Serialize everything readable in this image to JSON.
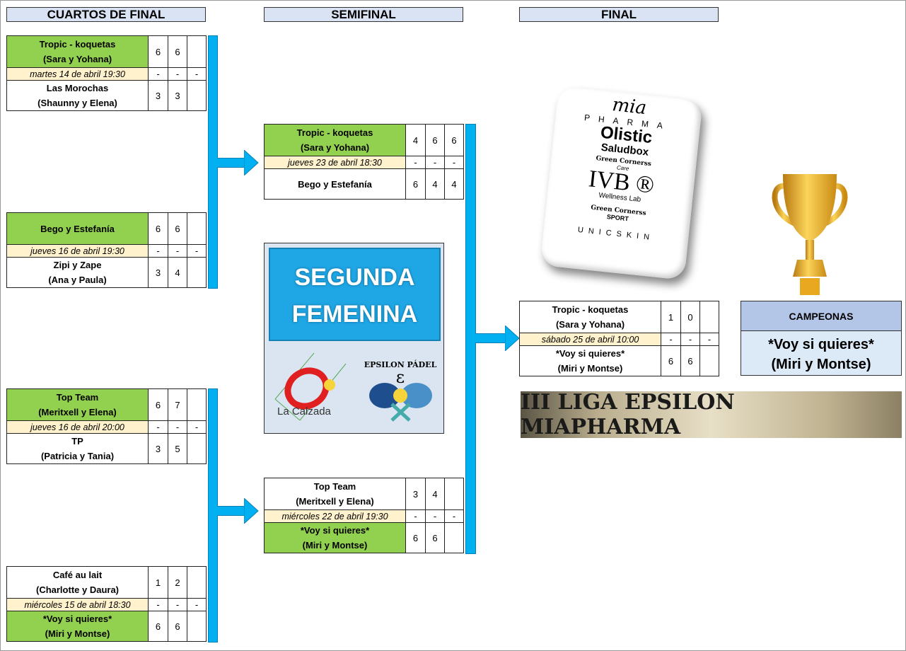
{
  "headers": {
    "qf": "CUARTOS DE FINAL",
    "sf": "SEMIFINAL",
    "final": "FINAL"
  },
  "matches": {
    "qf1": {
      "t1": [
        "Tropic - koquetas",
        "(Sara y Yohana)"
      ],
      "s1": [
        "6",
        "6",
        ""
      ],
      "date": "martes 14 de abril 19:30",
      "d": [
        "-",
        "-",
        "-"
      ],
      "t2": [
        "Las Morochas",
        "(Shaunny y Elena)"
      ],
      "s2": [
        "3",
        "3",
        ""
      ],
      "winner": 1
    },
    "qf2": {
      "t1": [
        "Bego y Estefanía"
      ],
      "s1": [
        "6",
        "6",
        ""
      ],
      "date": "jueves 16 de abril 19:30",
      "d": [
        "-",
        "-",
        "-"
      ],
      "t2": [
        "Zipi y Zape",
        "(Ana y Paula)"
      ],
      "s2": [
        "3",
        "4",
        ""
      ],
      "winner": 1
    },
    "qf3": {
      "t1": [
        "Top Team",
        "(Meritxell y Elena)"
      ],
      "s1": [
        "6",
        "7",
        ""
      ],
      "date": "jueves 16 de abril 20:00",
      "d": [
        "-",
        "-",
        "-"
      ],
      "t2": [
        "TP",
        "(Patricia y Tania)"
      ],
      "s2": [
        "3",
        "5",
        ""
      ],
      "winner": 1
    },
    "qf4": {
      "t1": [
        "Café au lait",
        "(Charlotte y Daura)"
      ],
      "s1": [
        "1",
        "2",
        ""
      ],
      "date": "miércoles 15 de abril 18:30",
      "d": [
        "-",
        "-",
        "-"
      ],
      "t2": [
        "*Voy si quieres*",
        "(Miri y Montse)"
      ],
      "s2": [
        "6",
        "6",
        ""
      ],
      "winner": 2
    },
    "sf1": {
      "t1": [
        "Tropic - koquetas",
        "(Sara y Yohana)"
      ],
      "s1": [
        "4",
        "6",
        "6"
      ],
      "date": "jueves 23 de abril 18:30",
      "d": [
        "-",
        "-",
        "-"
      ],
      "t2": [
        "Bego y Estefanía"
      ],
      "s2": [
        "6",
        "4",
        "4"
      ],
      "winner": 1
    },
    "sf2": {
      "t1": [
        "Top Team",
        "(Meritxell y Elena)"
      ],
      "s1": [
        "3",
        "4",
        ""
      ],
      "date": "miércoles 22 de abril 19:30",
      "d": [
        "-",
        "-",
        "-"
      ],
      "t2": [
        "*Voy si quieres*",
        "(Miri y Montse)"
      ],
      "s2": [
        "6",
        "6",
        ""
      ],
      "winner": 2
    },
    "final": {
      "t1": [
        "Tropic - koquetas",
        "(Sara y Yohana)"
      ],
      "s1": [
        "1",
        "0",
        ""
      ],
      "date": "sábado 25 de abril 10:00",
      "d": [
        "-",
        "-",
        "-"
      ],
      "t2": [
        "*Voy si quieres*",
        "(Miri y Montse)"
      ],
      "s2": [
        "6",
        "6",
        ""
      ],
      "winner": 0
    }
  },
  "category": {
    "line1": "SEGUNDA",
    "line2": "FEMENINA"
  },
  "logos": {
    "club": "Club La Calzada",
    "epsilon": "EPSILON PÁDEL"
  },
  "sponsors": {
    "brand": "mia",
    "pharma": "PHARMA",
    "olistic": "Olistic",
    "saludbox": "Saludbox",
    "gc": "Green Cornerss",
    "care": "Care",
    "ivb": "IVB ®",
    "wellness": "Wellness Lab",
    "gc2": "Green Cornerss",
    "sport": "SPORT",
    "unicskin": "UNICSKIN"
  },
  "champions": {
    "title": "CAMPEONAS",
    "team": "*Voy si quieres*",
    "players": "(Miri y Montse)"
  },
  "league": "III LIGA EPSILON MIAPHARMA",
  "colors": {
    "winner": "#92d050",
    "date": "#fff2cc",
    "connector": "#00b0f0",
    "header": "#dae3f3"
  }
}
